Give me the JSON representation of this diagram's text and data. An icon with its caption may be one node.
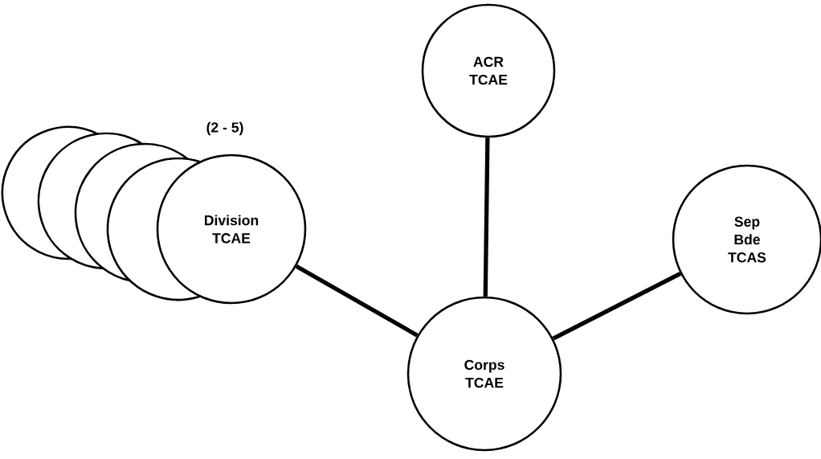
{
  "diagram": {
    "nodes": [
      {
        "text": [],
        "shape": "circle"
      },
      {
        "text": [],
        "shape": "circle"
      },
      {
        "text": [],
        "shape": "circle"
      },
      {
        "text": [],
        "shape": "circle"
      },
      {
        "text": [
          "Division TCAE"
        ]
      },
      {
        "text": [
          "ACR TCAE"
        ]
      },
      {
        "text": [
          "Sep Bde TCAS"
        ]
      },
      {
        "text": [
          "Corps TCAE"
        ]
      }
    ],
    "edges": [
      {
        "from": 4,
        "to": 7,
        "arrow": "none"
      },
      {
        "from": 5,
        "to": 7,
        "arrow": "none"
      },
      {
        "from": 6,
        "to": 7,
        "arrow": "none"
      }
    ],
    "labels": [
      "(2 - 5)"
    ]
  }
}
